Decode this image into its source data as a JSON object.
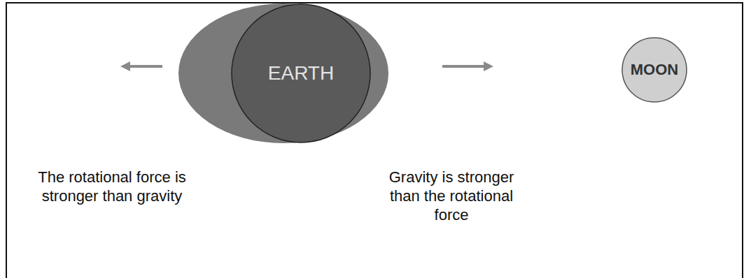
{
  "diagram": {
    "nodes": [
      {
        "text": [
          "EARTH"
        ]
      },
      {
        "text": [
          "MOON"
        ]
      }
    ],
    "labels": [
      "The rotational force is stronger than gravity",
      "Gravity is stronger than the rotational force"
    ]
  }
}
